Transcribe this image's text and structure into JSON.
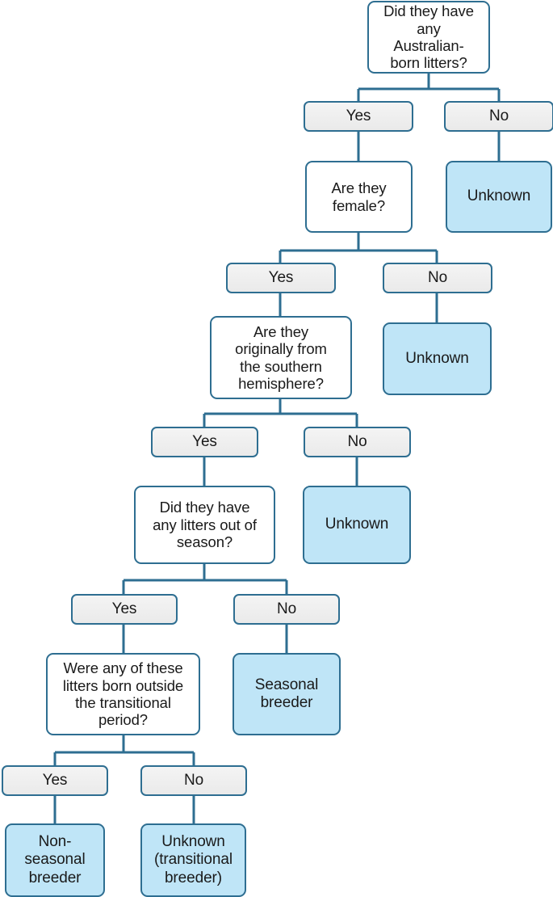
{
  "chart_data": {
    "type": "diagram",
    "title": "Breeding classification decision tree",
    "diagram_kind": "decision-tree-flowchart",
    "orientation": "top-down",
    "colors": {
      "question_fill": "#ffffff",
      "answer_fill": "#f0f0f0",
      "terminal_fill": "#bfe5f7",
      "border": "#2e6e91",
      "connector": "#2e6e91",
      "text": "#1a1a1a",
      "background": "#ffffff"
    },
    "nodes": [
      {
        "id": "q1",
        "kind": "question",
        "label": "Did they have any Australian-born litters?"
      },
      {
        "id": "q1-yes",
        "kind": "answer",
        "label": "Yes"
      },
      {
        "id": "q1-no",
        "kind": "answer",
        "label": "No"
      },
      {
        "id": "t1",
        "kind": "terminal",
        "label": "Unknown"
      },
      {
        "id": "q2",
        "kind": "question",
        "label": "Are they female?"
      },
      {
        "id": "q2-yes",
        "kind": "answer",
        "label": "Yes"
      },
      {
        "id": "q2-no",
        "kind": "answer",
        "label": "No"
      },
      {
        "id": "t2",
        "kind": "terminal",
        "label": "Unknown"
      },
      {
        "id": "q3",
        "kind": "question",
        "label": "Are they originally from the southern hemisphere?"
      },
      {
        "id": "q3-yes",
        "kind": "answer",
        "label": "Yes"
      },
      {
        "id": "q3-no",
        "kind": "answer",
        "label": "No"
      },
      {
        "id": "t3",
        "kind": "terminal",
        "label": "Unknown"
      },
      {
        "id": "q4",
        "kind": "question",
        "label": "Did they have any litters out of season?"
      },
      {
        "id": "q4-yes",
        "kind": "answer",
        "label": "Yes"
      },
      {
        "id": "q4-no",
        "kind": "answer",
        "label": "No"
      },
      {
        "id": "t4",
        "kind": "terminal",
        "label": "Seasonal breeder"
      },
      {
        "id": "q5",
        "kind": "question",
        "label": "Were any of these litters born outside the transitional period?"
      },
      {
        "id": "q5-yes",
        "kind": "answer",
        "label": "Yes"
      },
      {
        "id": "q5-no",
        "kind": "answer",
        "label": "No"
      },
      {
        "id": "t5",
        "kind": "terminal",
        "label": "Non-seasonal breeder"
      },
      {
        "id": "t6",
        "kind": "terminal",
        "label": "Unknown (transitional breeder)"
      }
    ],
    "edges": [
      {
        "from": "q1",
        "to": "q1-yes"
      },
      {
        "from": "q1",
        "to": "q1-no"
      },
      {
        "from": "q1-no",
        "to": "t1"
      },
      {
        "from": "q1-yes",
        "to": "q2"
      },
      {
        "from": "q2",
        "to": "q2-yes"
      },
      {
        "from": "q2",
        "to": "q2-no"
      },
      {
        "from": "q2-no",
        "to": "t2"
      },
      {
        "from": "q2-yes",
        "to": "q3"
      },
      {
        "from": "q3",
        "to": "q3-yes"
      },
      {
        "from": "q3",
        "to": "q3-no"
      },
      {
        "from": "q3-no",
        "to": "t3"
      },
      {
        "from": "q3-yes",
        "to": "q4"
      },
      {
        "from": "q4",
        "to": "q4-yes"
      },
      {
        "from": "q4",
        "to": "q4-no"
      },
      {
        "from": "q4-no",
        "to": "t4"
      },
      {
        "from": "q4-yes",
        "to": "q5"
      },
      {
        "from": "q5",
        "to": "q5-yes"
      },
      {
        "from": "q5",
        "to": "q5-no"
      },
      {
        "from": "q5-yes",
        "to": "t5"
      },
      {
        "from": "q5-no",
        "to": "t6"
      }
    ]
  },
  "nodes": {
    "q1": {
      "text": "Did they have any\nAustralian-\nborn litters?"
    },
    "q1_yes": {
      "text": "Yes"
    },
    "q1_no": {
      "text": "No"
    },
    "t1": {
      "text": "Unknown"
    },
    "q2": {
      "text": "Are they\nfemale?"
    },
    "q2_yes": {
      "text": "Yes"
    },
    "q2_no": {
      "text": "No"
    },
    "t2": {
      "text": "Unknown"
    },
    "q3": {
      "text": "Are they\noriginally from\nthe southern\nhemisphere?"
    },
    "q3_yes": {
      "text": "Yes"
    },
    "q3_no": {
      "text": "No"
    },
    "t3": {
      "text": "Unknown"
    },
    "q4": {
      "text": "Did they have\nany litters out of\nseason?"
    },
    "q4_yes": {
      "text": "Yes"
    },
    "q4_no": {
      "text": "No"
    },
    "t4": {
      "text": "Seasonal\nbreeder"
    },
    "q5": {
      "text": "Were any of these\nlitters born outside\nthe transitional\nperiod?"
    },
    "q5_yes": {
      "text": "Yes"
    },
    "q5_no": {
      "text": "No"
    },
    "t5": {
      "text": "Non-\nseasonal\nbreeder"
    },
    "t6": {
      "text": "Unknown\n(transitional\nbreeder)"
    }
  }
}
